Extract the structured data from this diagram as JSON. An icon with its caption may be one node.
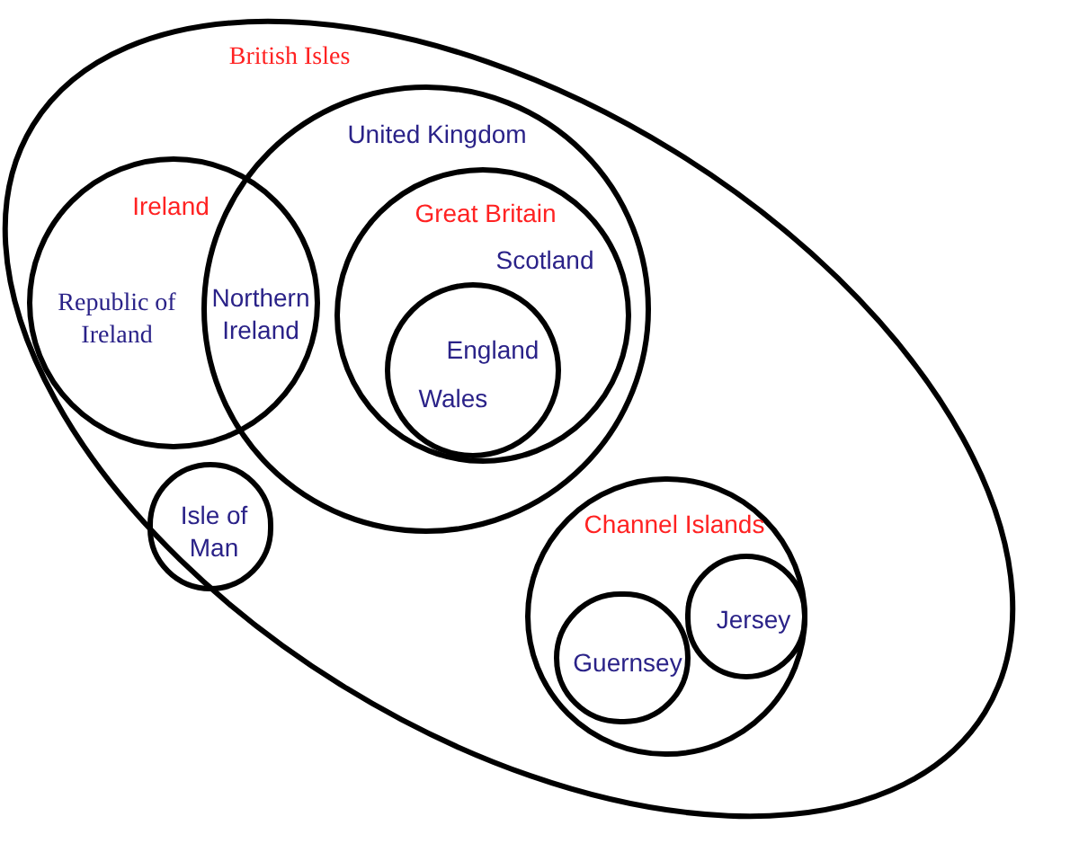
{
  "diagram": {
    "nodes": [
      {
        "text": [
          "British Isles"
        ]
      },
      {
        "text": [
          "United Kingdom"
        ],
        "in": 0
      },
      {
        "text": [
          "Ireland",
          "Republic of Ireland"
        ],
        "in": 0
      },
      {
        "text": [
          "Great Britain",
          "Scotland"
        ],
        "in": 1
      },
      {
        "text": [
          "England",
          "Wales"
        ],
        "in": 3
      },
      {
        "text": [
          "Isle of Man"
        ],
        "in": 0
      },
      {
        "text": [
          "Channel Islands"
        ],
        "in": 0
      },
      {
        "text": [
          "Jersey"
        ],
        "in": 6
      },
      {
        "text": [
          "Guernsey"
        ],
        "in": 6
      }
    ],
    "labels": [
      "Northern Ireland"
    ]
  }
}
